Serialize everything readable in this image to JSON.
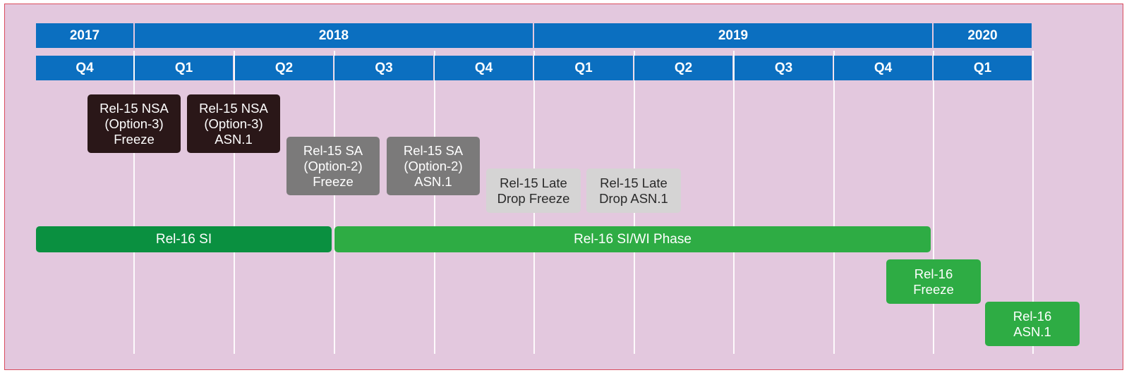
{
  "years": [
    {
      "label": "2017"
    },
    {
      "label": "2018"
    },
    {
      "label": "2019"
    },
    {
      "label": "2020"
    }
  ],
  "quarters": [
    {
      "label": "Q4"
    },
    {
      "label": "Q1"
    },
    {
      "label": "Q2"
    },
    {
      "label": "Q3"
    },
    {
      "label": "Q4"
    },
    {
      "label": "Q1"
    },
    {
      "label": "Q2"
    },
    {
      "label": "Q3"
    },
    {
      "label": "Q4"
    },
    {
      "label": "Q1"
    }
  ],
  "milestones": [
    {
      "label": "Rel-15 NSA\n(Option-3)\nFreeze"
    },
    {
      "label": "Rel-15 NSA\n(Option-3)\nASN.1"
    },
    {
      "label": "Rel-15 SA\n(Option-2)\nFreeze"
    },
    {
      "label": "Rel-15 SA\n(Option-2)\nASN.1"
    },
    {
      "label": "Rel-15 Late\nDrop Freeze"
    },
    {
      "label": "Rel-15 Late\nDrop ASN.1"
    },
    {
      "label": "Rel-16\nFreeze"
    },
    {
      "label": "Rel-16\nASN.1"
    }
  ],
  "phases": [
    {
      "label": "Rel-16 SI"
    },
    {
      "label": "Rel-16 SI/WI Phase"
    }
  ],
  "colors": {
    "background": "#e3c8de",
    "border": "#d94b5c",
    "header": "#0b6fc0",
    "nsa": "#2a1718",
    "sa": "#7b7a7a",
    "late_drop": "#d5d4d4",
    "rel16_si": "#0a9040",
    "rel16_phase": "#2eac44"
  }
}
